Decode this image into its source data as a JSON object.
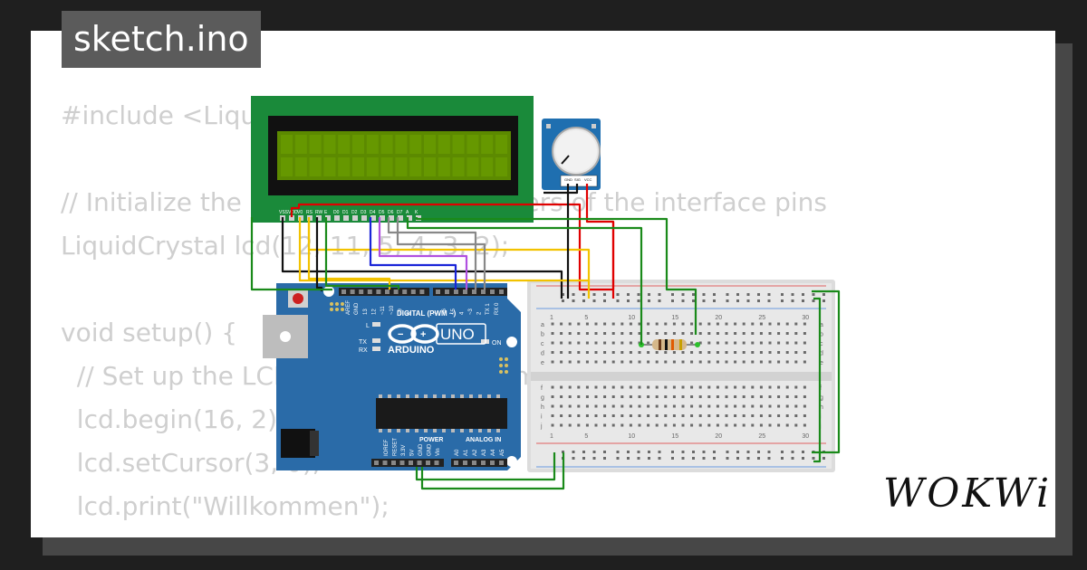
{
  "header": {
    "filename": "sketch.ino"
  },
  "code_lines": [
    "#include <LiquidCrystal.h>",
    "",
    "// Initialize the library with the numbers of the interface pins",
    "LiquidCrystal lcd(12, 11, 5, 4, 3, 2);",
    "",
    "void setup() {",
    "  // Set up the LCD's number of columns and rows:",
    "  lcd.begin(16, 2);",
    "  lcd.setCursor(3, 0);",
    "  lcd.print(\"Willkommen\");",
    "}"
  ],
  "brand": {
    "logo": "WOKWi"
  },
  "lcd": {
    "pin_labels": [
      "VSS",
      "VDD",
      "V0",
      "RS",
      "RW",
      "E",
      "D0",
      "D1",
      "D2",
      "D3",
      "D4",
      "D5",
      "D6",
      "D7",
      "A",
      "K"
    ]
  },
  "potentiometer": {
    "pins": [
      "GND",
      "SIG",
      "VCC"
    ]
  },
  "arduino": {
    "brand": "ARDUINO",
    "model": "UNO",
    "digital_header_label": "DIGITAL (PWM ~)",
    "aref": "AREF",
    "gnd": "GND",
    "digital_pins": [
      "13",
      "12",
      "~11",
      "~10",
      "~9",
      "8",
      "7",
      "~6",
      "~5",
      "4",
      "~3",
      "2",
      "TX 1",
      "RX 0"
    ],
    "led_labels": [
      "L",
      "TX",
      "RX",
      "ON"
    ],
    "power_header_label": "POWER",
    "analog_header_label": "ANALOG IN",
    "power_pins": [
      "IOREF",
      "RESET",
      "3.3V",
      "5V",
      "GND",
      "GND",
      "Vin"
    ],
    "analog_pins": [
      "A0",
      "A1",
      "A2",
      "A3",
      "A4",
      "A5"
    ]
  },
  "breadboard": {
    "column_numbers": [
      "1",
      "5",
      "10",
      "15",
      "20",
      "25",
      "30"
    ],
    "row_letters_top": [
      "a",
      "b",
      "c",
      "d",
      "e"
    ],
    "row_letters_bottom": [
      "f",
      "g",
      "h",
      "i",
      "j"
    ]
  },
  "colors": {
    "background": "#1f1f1f",
    "card": "#ffffff",
    "code_text": "#cfcfcf",
    "badge": "#5b5b5b",
    "pcb_blue": "#2a6ba8",
    "lcd_green": "#1a8a3a",
    "lcd_screen": "#5c8a00",
    "wire_red": "#e00000",
    "wire_black": "#111111",
    "wire_green": "#1a8a1a",
    "wire_yellow": "#f2c200",
    "wire_blue": "#1a24d8",
    "wire_purple": "#b050e0",
    "wire_gray": "#888888"
  }
}
